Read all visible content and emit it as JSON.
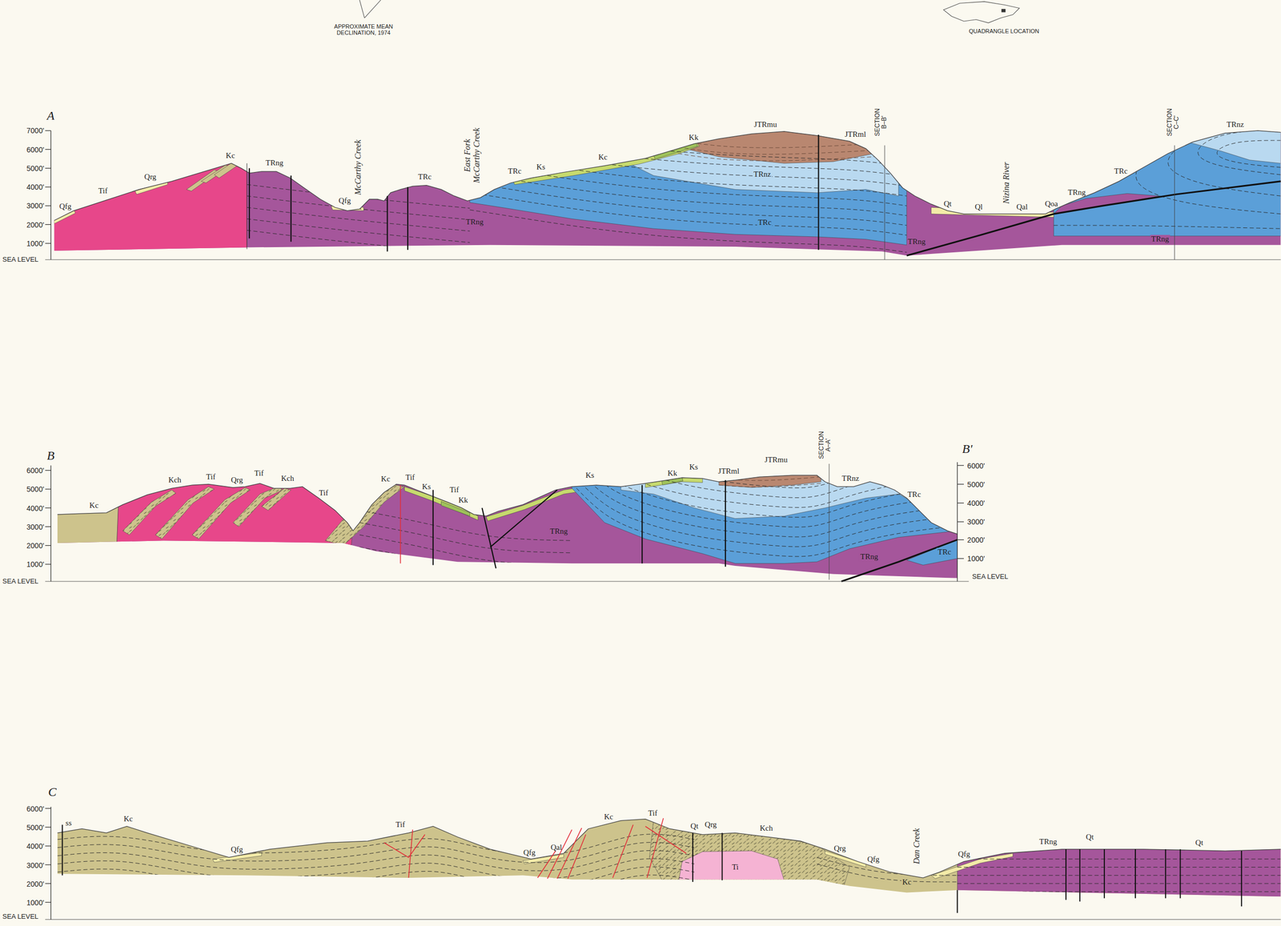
{
  "diagram": {
    "labels": [
      "APPROXIMATE MEAN DECLINATION, 1974",
      "QUADRANGLE LOCATION",
      "A",
      "7000'",
      "6000'",
      "5000'",
      "4000'",
      "3000'",
      "2000'",
      "1000'",
      "SEA LEVEL",
      "Qfg",
      "Tif",
      "Qrg",
      "Kc",
      "TRng",
      "McCarthy Creek",
      "Qfg",
      "TRc",
      "East Fork McCarthy Creek",
      "TRc",
      "Ks",
      "Kc",
      "Kk",
      "JTRmu",
      "JTRml",
      "SECTION B–B'",
      "TRnz",
      "TRc",
      "TRng",
      "TRng",
      "Qt",
      "Ql",
      "Nizina River",
      "Qal",
      "Qoa",
      "TRng",
      "TRc",
      "SECTION C–C'",
      "TRnz",
      "TRng",
      "B",
      "6000'",
      "5000'",
      "4000'",
      "3000'",
      "2000'",
      "1000'",
      "SEA LEVEL",
      "Kc",
      "Kch",
      "Tif",
      "Qrg",
      "Tif",
      "Kch",
      "Tif",
      "Kc",
      "Tif",
      "Ks",
      "Tif",
      "Kk",
      "Ks",
      "TRng",
      "Kk",
      "Ks",
      "JTRml",
      "JTRmu",
      "SECTION A–A'",
      "TRnz",
      "TRc",
      "TRc",
      "TRng",
      "B'",
      "6000'",
      "5000'",
      "4000'",
      "3000'",
      "2000'",
      "1000'",
      "SEA LEVEL",
      "C",
      "6000'",
      "5000'",
      "4000'",
      "3000'",
      "2000'",
      "1000'",
      "SEA LEVEL",
      "ss",
      "Kc",
      "Qfg",
      "Tif",
      "Qfg",
      "Qal",
      "Kc",
      "Tif",
      "Qt",
      "Qrg",
      "Kch",
      "Ti",
      "Qrg",
      "Qfg",
      "Kc",
      "Dan Creek",
      "Qfg",
      "TRng",
      "Qt",
      "Qt"
    ]
  }
}
